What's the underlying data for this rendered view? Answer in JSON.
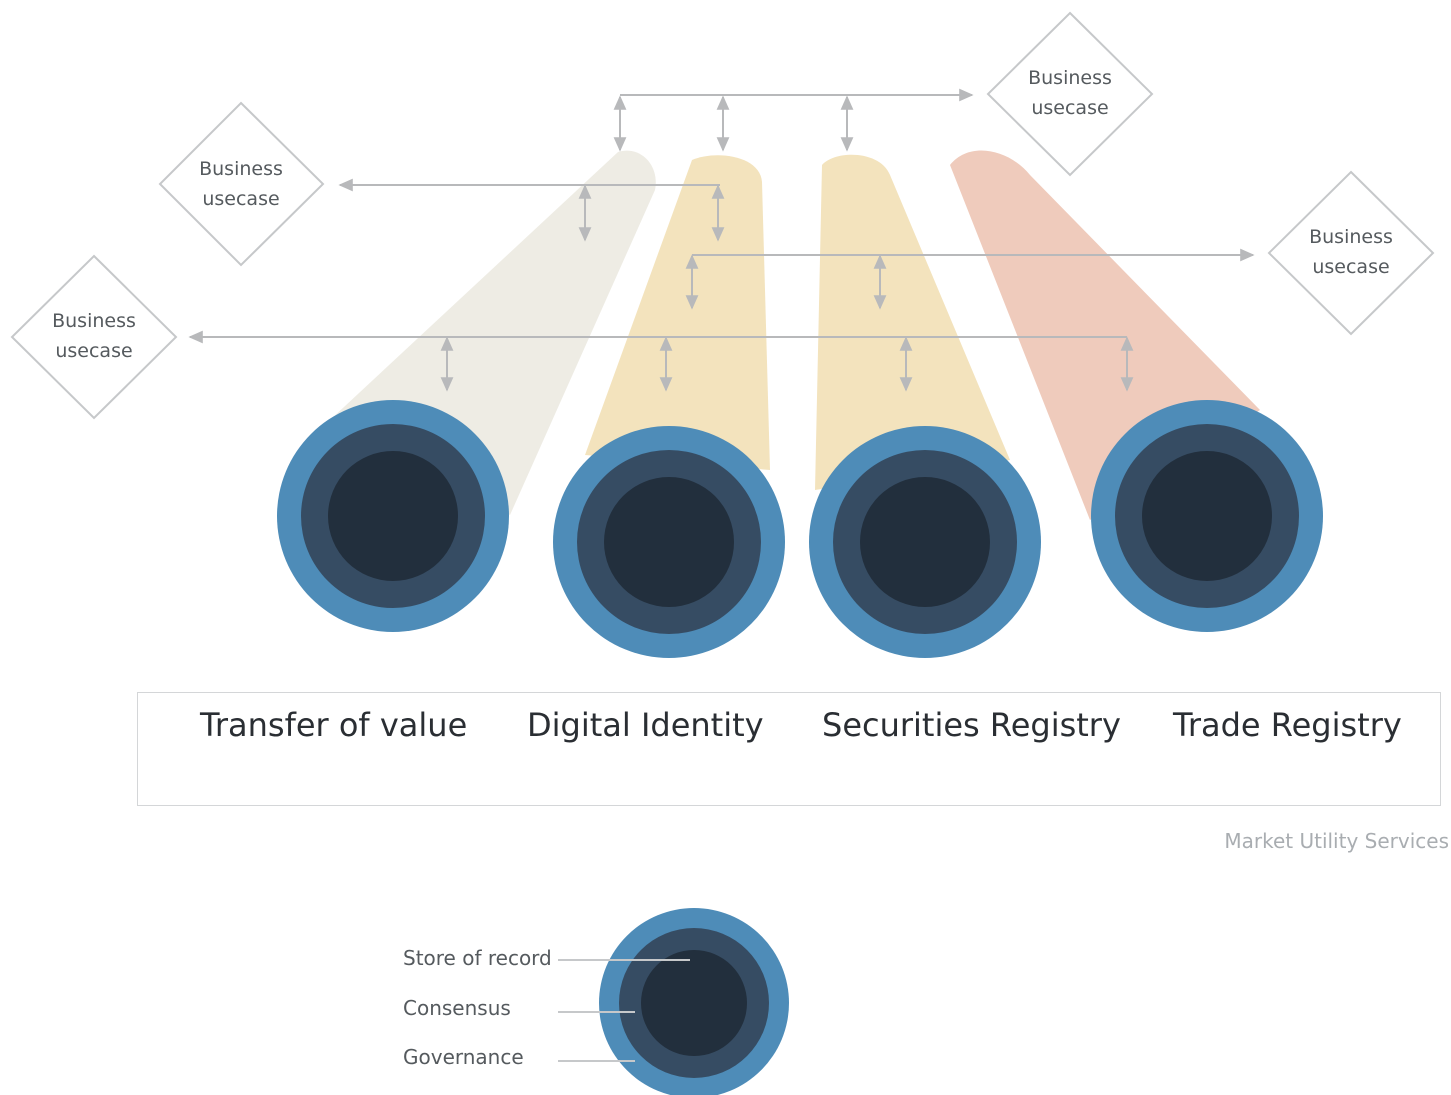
{
  "business_usecase": {
    "line1": "Business",
    "line2": "usecase"
  },
  "utilities": [
    {
      "label": "Transfer of value",
      "beam_color": "#eeece4"
    },
    {
      "label": "Digital Identity",
      "beam_color": "#f3e3bd"
    },
    {
      "label": "Securities Registry",
      "beam_color": "#f3e3bd"
    },
    {
      "label": "Trade Registry",
      "beam_color": "#efcbbc"
    }
  ],
  "services_caption": "Market Utility Services",
  "legend": {
    "store_of_record": "Store of record",
    "consensus": "Consensus",
    "governance": "Governance"
  },
  "colors": {
    "outer_ring": "#4e8cb8",
    "middle_ring": "#364c63",
    "core": "#222f3d",
    "connector": "#b8b9bb"
  }
}
